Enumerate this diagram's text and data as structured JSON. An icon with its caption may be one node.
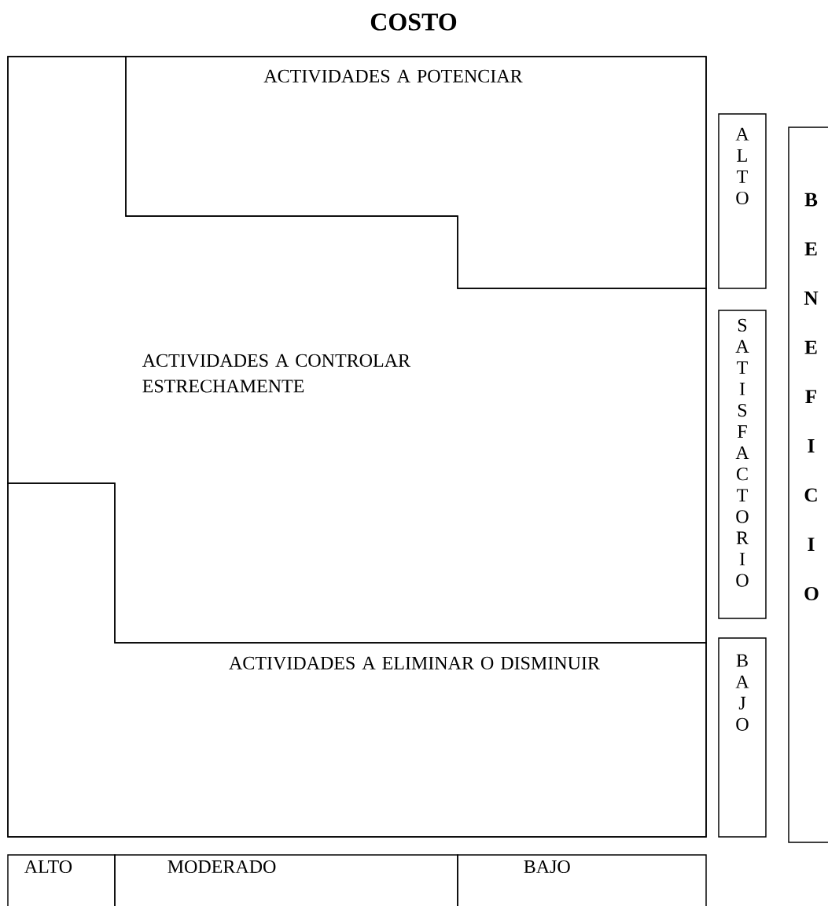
{
  "diagram": {
    "title": "COSTO",
    "nodes": [
      {
        "text": [
          "ACTIVIDADES A POTENCIAR"
        ]
      },
      {
        "text": [
          "ACTIVIDADES A CONTROLAR ESTRECHAMENTE"
        ]
      },
      {
        "text": [
          "ACTIVIDADES A ELIMINAR O DISMINUIR"
        ]
      },
      {
        "text": [
          "ALTO"
        ]
      },
      {
        "text": [
          "SATISFACTORIO"
        ]
      },
      {
        "text": [
          "BAJO"
        ]
      },
      {
        "text": [
          "BENEFICIO"
        ]
      },
      {
        "text": [
          "ALTO"
        ]
      },
      {
        "text": [
          "MODERADO"
        ]
      },
      {
        "text": [
          "BAJO"
        ]
      }
    ]
  }
}
